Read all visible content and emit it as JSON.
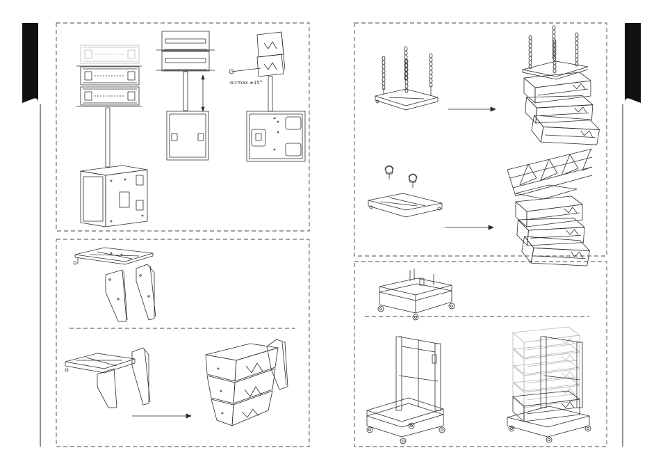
{
  "page": {
    "left_panels": [
      "stand-mount-on-subwoofer",
      "flying-bracket-and-side-plates"
    ],
    "right_panels": [
      "chain-suspension-and-truss-mount",
      "transport-cart"
    ],
    "angle_label": "α=max ±15°"
  },
  "colors": {
    "line": "#2a2a2a",
    "faded": "#b5b5b5",
    "tab": "#111111",
    "dash": "#444444"
  }
}
